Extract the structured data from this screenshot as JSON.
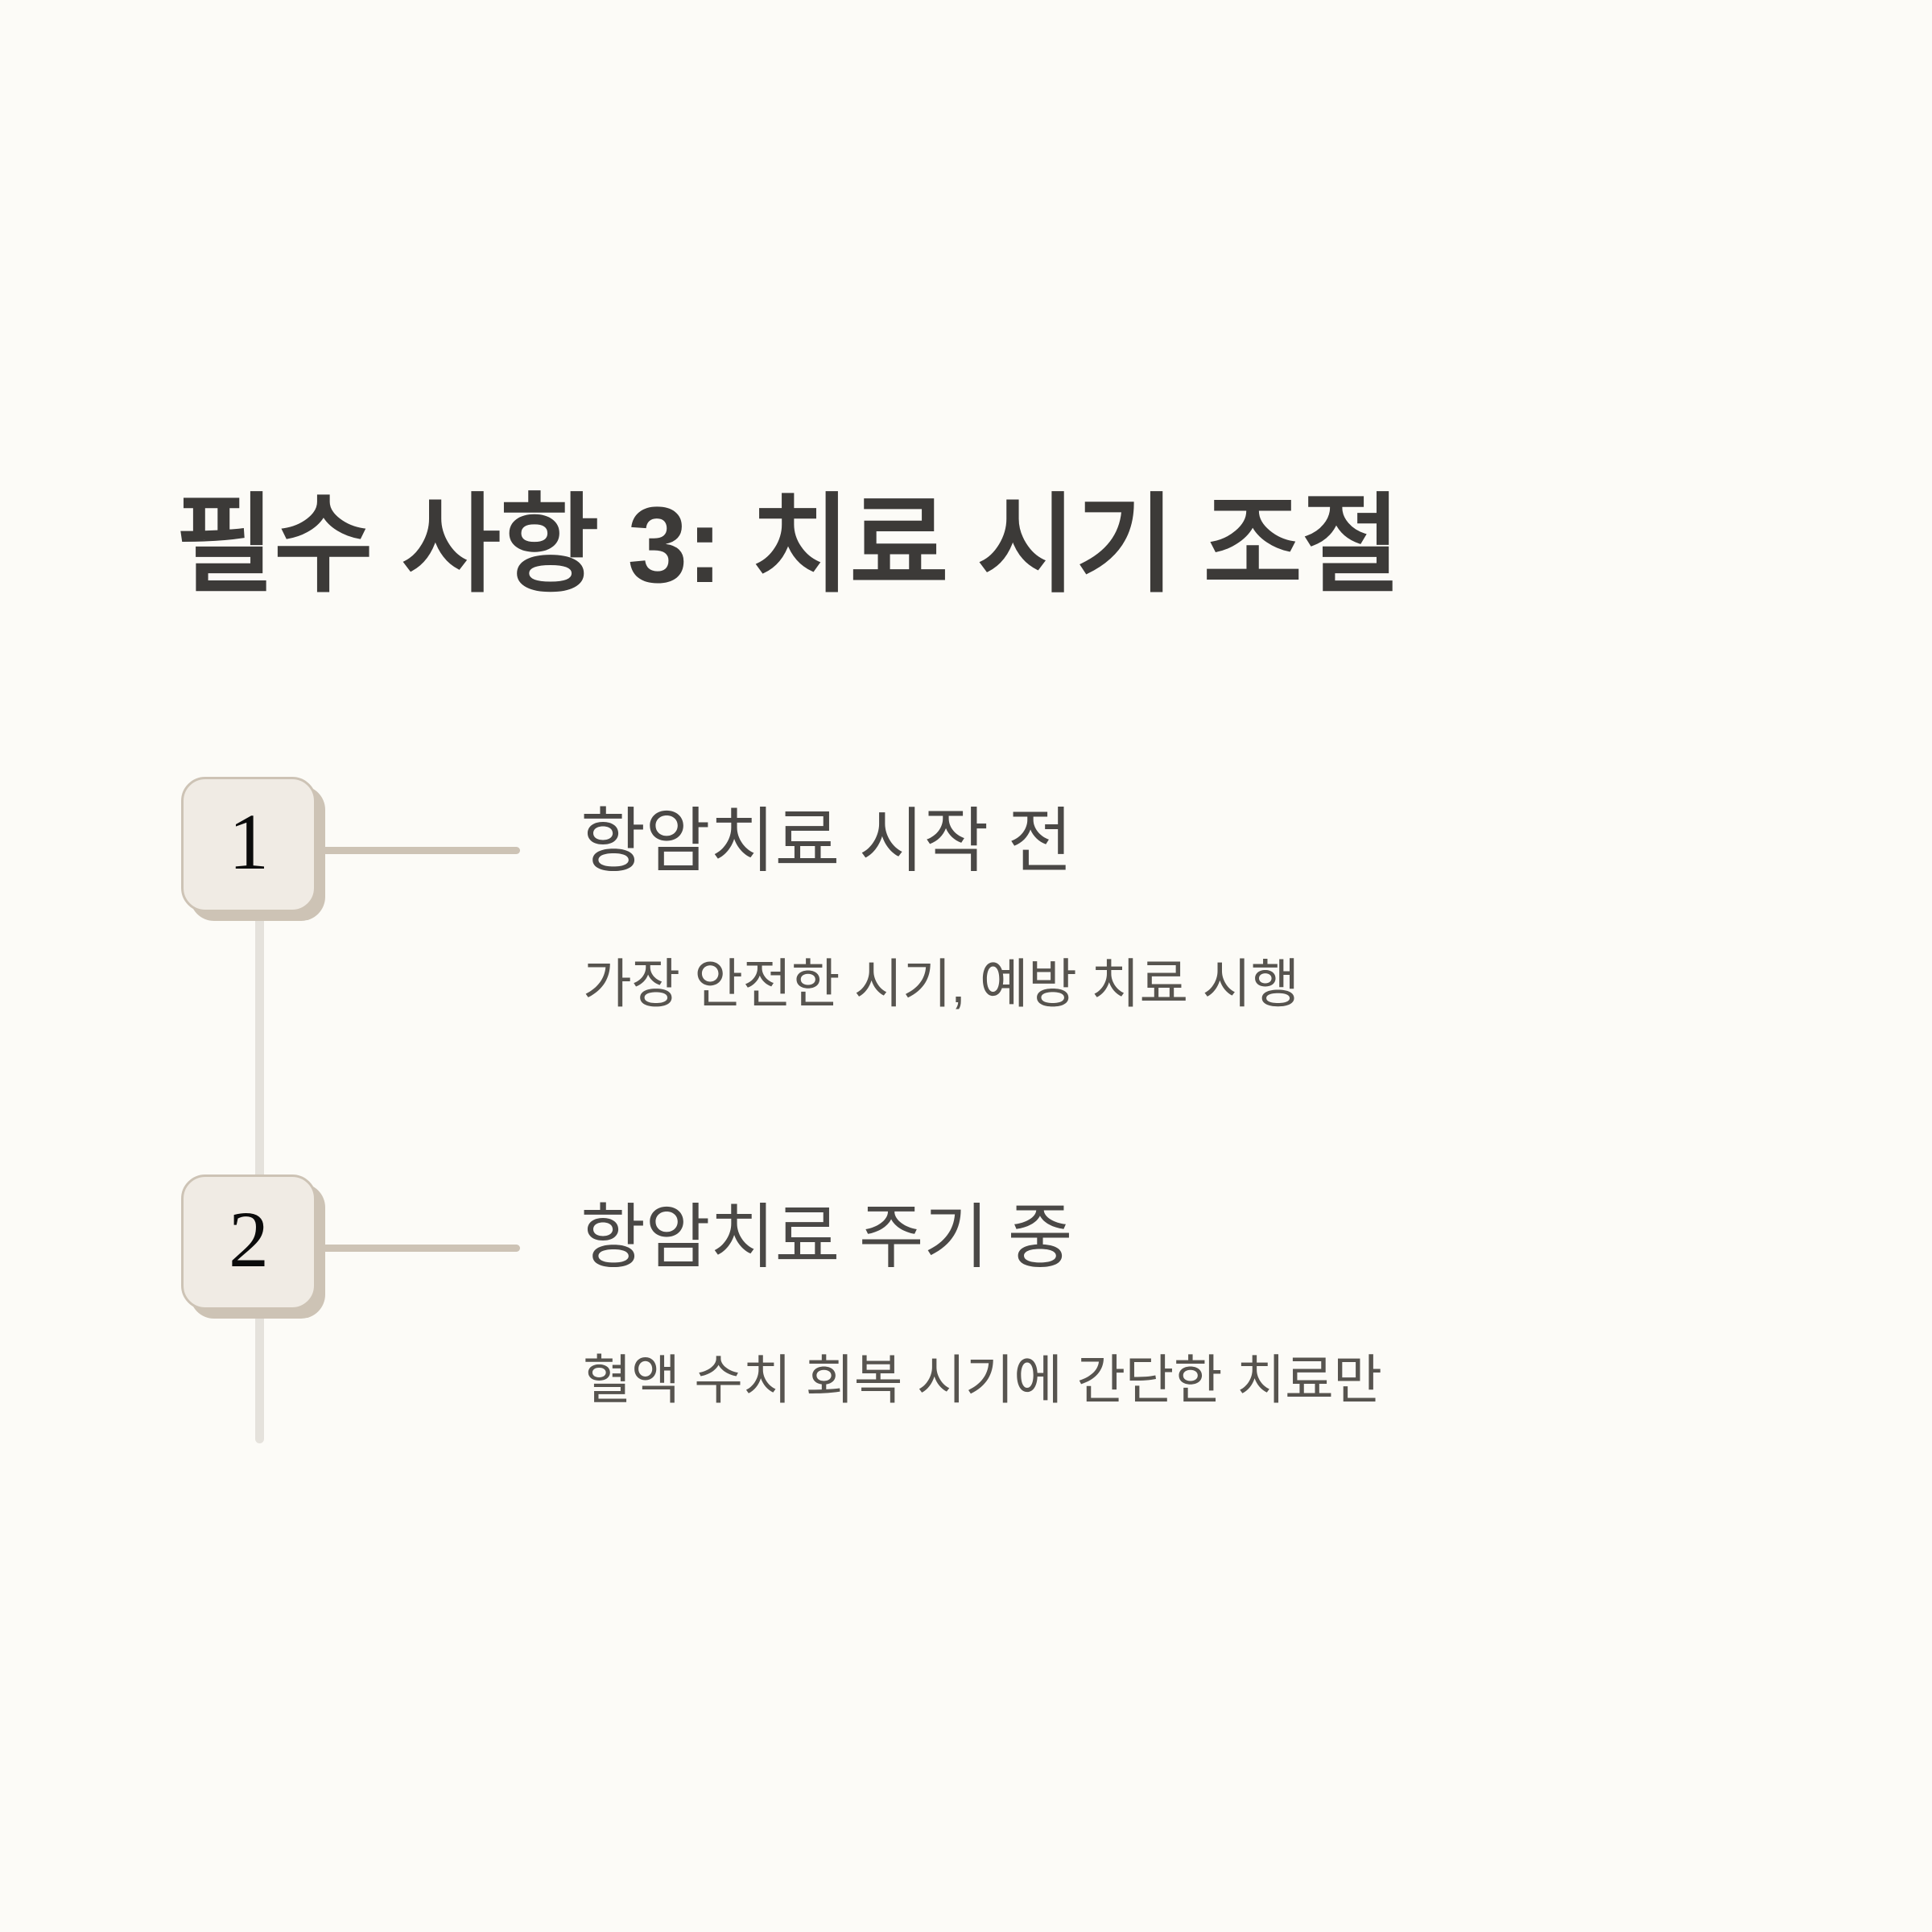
{
  "page": {
    "background_color": "#FCFBF7",
    "title": "필수 사항 3: 치료 시기 조절"
  },
  "theme": {
    "title_color": "#3C3A38",
    "step_title_color": "#4A4846",
    "step_desc_color": "#57544F",
    "badge_fill": "#F0EBE4",
    "badge_shadow": "#CDC3B5",
    "connector_color": "#CDC3B5",
    "spine_color": "#E5E2DC"
  },
  "timeline": {
    "steps": [
      {
        "number": "1",
        "title": "항암치료 시작 전",
        "description": "가장 안전한 시기, 예방 치료 시행"
      },
      {
        "number": "2",
        "title": "항암치료 주기 중",
        "description": "혈액 수치 회복 시기에 간단한 치료만"
      }
    ]
  }
}
